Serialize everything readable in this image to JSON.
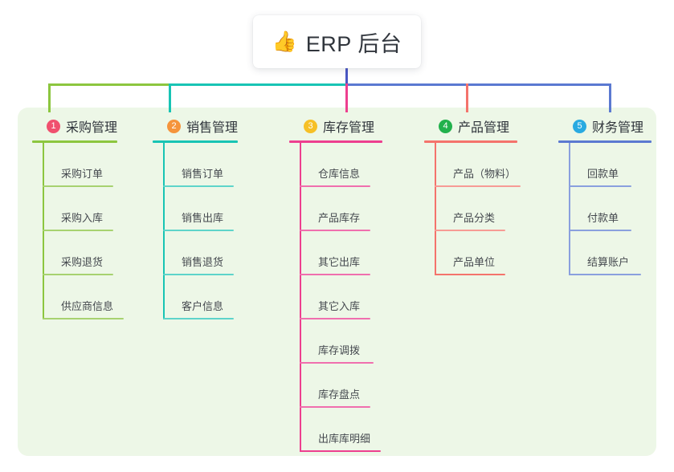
{
  "diagram": {
    "type": "mind-map",
    "root": {
      "icon": "thumbs-up-icon",
      "emoji": "👍",
      "title": "ERP 后台"
    },
    "panel_color": "#edf7e7",
    "branches": [
      {
        "index": "1",
        "title": "采购管理",
        "badge_color": "#f0506e",
        "line_color": "#8cc63f",
        "leaves": [
          "采购订单",
          "采购入库",
          "采购退货",
          "供应商信息"
        ]
      },
      {
        "index": "2",
        "title": "销售管理",
        "badge_color": "#f5943b",
        "line_color": "#18c4b4",
        "leaves": [
          "销售订单",
          "销售出库",
          "销售退货",
          "客户信息"
        ]
      },
      {
        "index": "3",
        "title": "库存管理",
        "badge_color": "#f6c026",
        "line_color": "#ed3f8f",
        "leaves": [
          "仓库信息",
          "产品库存",
          "其它出库",
          "其它入库",
          "库存调拨",
          "库存盘点",
          "出库库明细"
        ]
      },
      {
        "index": "4",
        "title": "产品管理",
        "badge_color": "#22b14c",
        "line_color": "#f4736c",
        "leaves": [
          "产品（物料）",
          "产品分类",
          "产品单位"
        ]
      },
      {
        "index": "5",
        "title": "财务管理",
        "badge_color": "#29aae1",
        "line_color": "#5b79d1",
        "leaves": [
          "回款单",
          "付款单",
          "结算账户"
        ]
      }
    ],
    "connectors": {
      "stem_color": "#4a57c4",
      "bus_left_color": "#8cc63f",
      "bus_mid_color": "#18c4b4",
      "bus_right_color": "#5b79d1",
      "drop3_color": "#ed3f8f",
      "drop4_color": "#f4736c"
    }
  }
}
